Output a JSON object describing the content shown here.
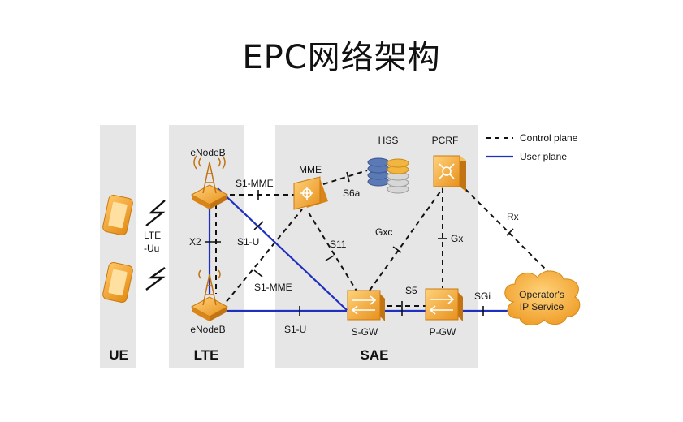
{
  "title": "EPC网络架构",
  "legend": {
    "control_plane": "Control plane",
    "user_plane": "User plane"
  },
  "zones": {
    "ue": "UE",
    "lte": "LTE",
    "sae": "SAE"
  },
  "nodes": {
    "enodeb_top": "eNodeB",
    "enodeb_bottom": "eNodeB",
    "mme": "MME",
    "hss": "HSS",
    "pcrf": "PCRF",
    "sgw": "S-GW",
    "pgw": "P-GW",
    "ip_service_line1": "Operator's",
    "ip_service_line2": "IP Service"
  },
  "interfaces": {
    "lte_uu_line1": "LTE",
    "lte_uu_line2": "-Uu",
    "x2": "X2",
    "s1_mme_top": "S1-MME",
    "s1_u_top": "S1-U",
    "s1_mme_bottom": "S1-MME",
    "s1_u_bottom": "S1-U",
    "s6a": "S6a",
    "s11": "S11",
    "gxc": "Gxc",
    "gx": "Gx",
    "s5": "S5",
    "sgi": "SGi",
    "rx": "Rx"
  },
  "colors": {
    "zone_bg": "#e6e6e6",
    "user_plane": "#1f2fc0",
    "control_plane": "#111111",
    "node_orange": "#f2a42a"
  }
}
